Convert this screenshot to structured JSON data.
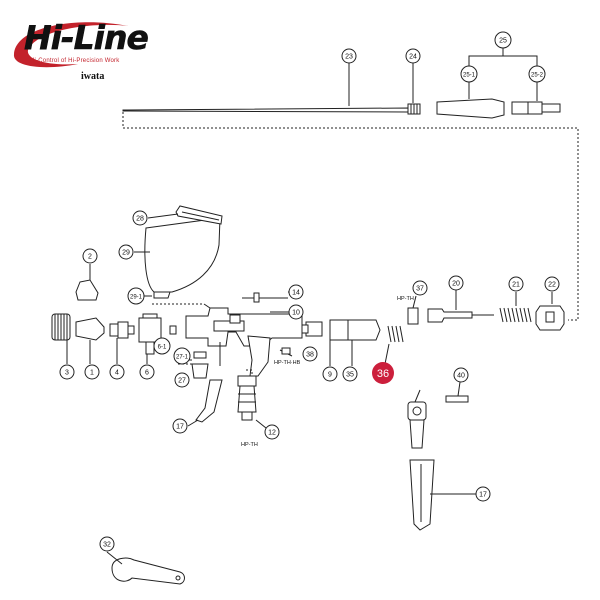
{
  "logo": {
    "main": "Hi-Line",
    "tagline": "Hi-Control of Hi-Precision Work",
    "brand": "iwata"
  },
  "colors": {
    "line": "#222222",
    "logo_red": "#c3222b",
    "highlight_fill": "#cc1f3c",
    "highlight_text": "#ffffff"
  },
  "callouts": {
    "c23": "23",
    "c24": "24",
    "c25": "25",
    "c25_1": "25-1",
    "c25_2": "25-2",
    "c28": "28",
    "c29": "29",
    "c29_1": "29-1",
    "c2": "2",
    "c14": "14",
    "c10": "10",
    "c37": "37",
    "c20": "20",
    "c21": "21",
    "c22": "22",
    "c3": "3",
    "c1": "1",
    "c4": "4",
    "c6": "6",
    "c6_1": "6-1",
    "c27_1": "27-1",
    "c27": "27",
    "c38": "38",
    "c9": "9",
    "c35": "35",
    "c36": "36",
    "c40": "40",
    "c17a": "17",
    "c12": "12",
    "c17b": "17",
    "c32": "32"
  },
  "labels": {
    "hp_th_top": "HP-TH",
    "hp_th_plus": "HP-TH·HB",
    "hp_th_bottom": "HP-TH"
  }
}
